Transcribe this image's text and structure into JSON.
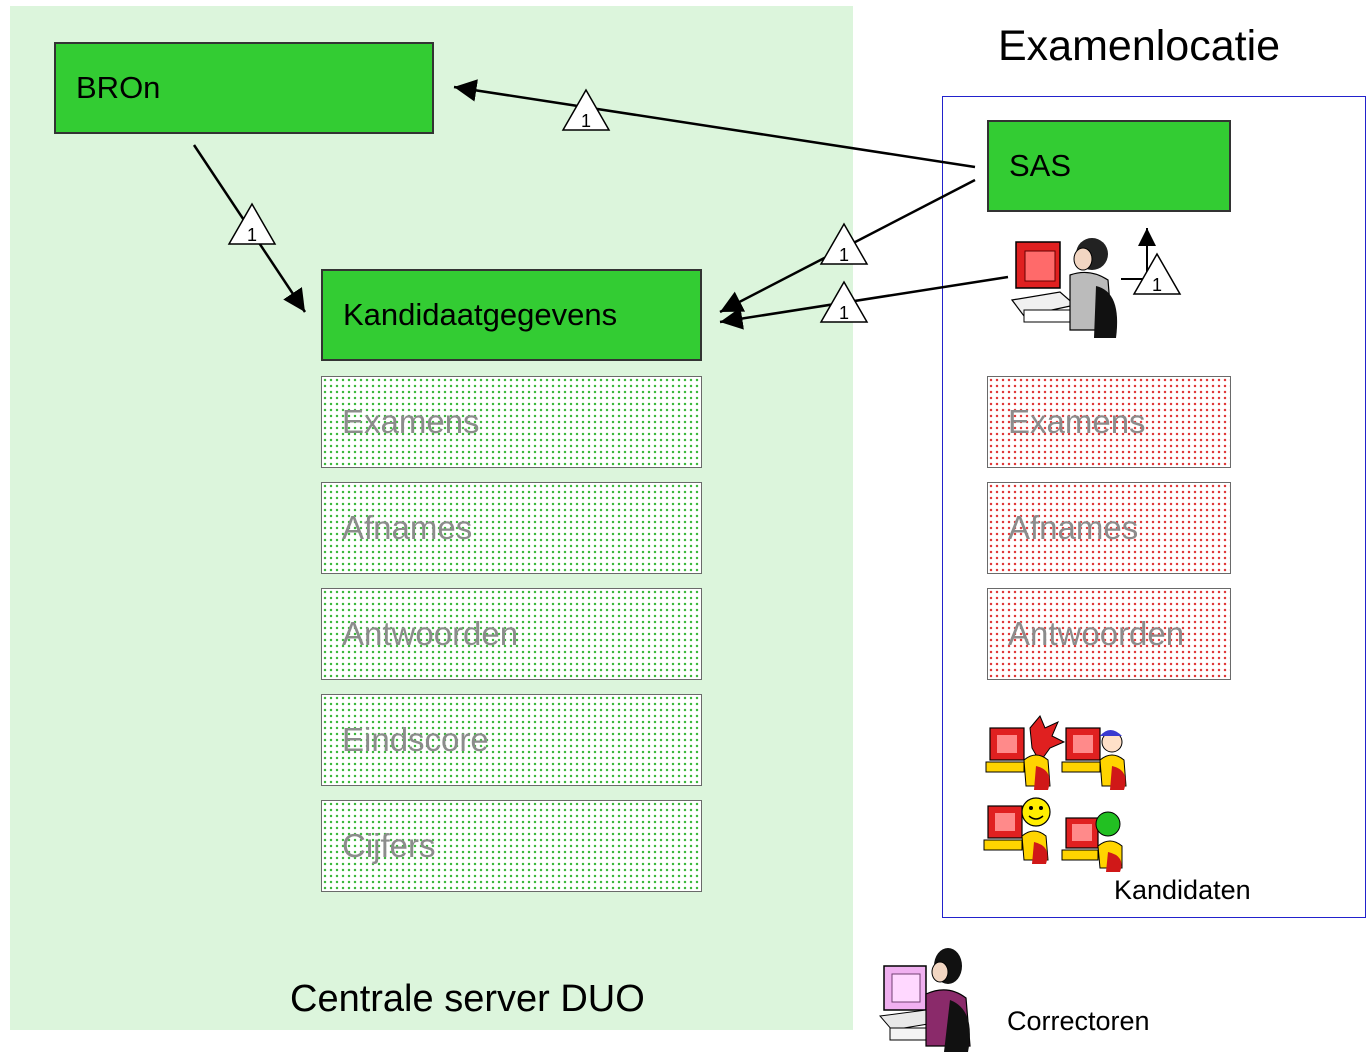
{
  "titles": {
    "examenlocatie": "Examenlocatie",
    "central_server": "Centrale server DUO"
  },
  "central": {
    "bron": "BROn",
    "kandidaatgegevens": "Kandidaatgegevens",
    "dotted_items": [
      "Examens",
      "Afnames",
      "Antwoorden",
      "Eindscore",
      "Cijfers"
    ]
  },
  "location": {
    "sas": "SAS",
    "dotted_items": [
      "Examens",
      "Afnames",
      "Antwoorden"
    ],
    "kandidaten_label": "Kandidaten",
    "correctoren_label": "Correctoren"
  },
  "markers": {
    "step_label": "1"
  },
  "colors": {
    "central_background": "#dcf5dc",
    "solid_box": "#33cc33",
    "location_frame": "#2222cc",
    "dot_green": "#3db83d",
    "dot_red": "#e03a3a"
  }
}
